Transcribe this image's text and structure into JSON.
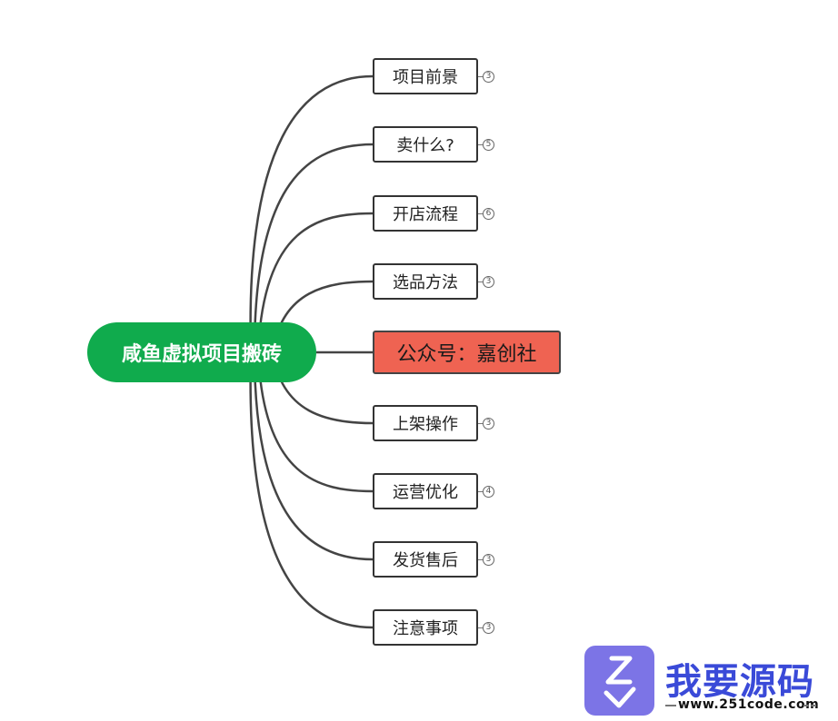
{
  "root": {
    "label": "咸鱼虚拟项目搬砖",
    "color": "#10ab4d"
  },
  "branches": [
    {
      "label": "项目前景",
      "count": "3"
    },
    {
      "label": "卖什么?",
      "count": "5"
    },
    {
      "label": "开店流程",
      "count": "6"
    },
    {
      "label": "选品方法",
      "count": "3"
    },
    {
      "label": "公众号：嘉创社",
      "count": "",
      "highlight": true,
      "color": "#ef6352"
    },
    {
      "label": "上架操作",
      "count": "3"
    },
    {
      "label": "运营优化",
      "count": "4"
    },
    {
      "label": "发货售后",
      "count": "3"
    },
    {
      "label": "注意事项",
      "count": "3"
    }
  ],
  "watermark": {
    "title": "我要源码",
    "url": "www.251code.com"
  }
}
